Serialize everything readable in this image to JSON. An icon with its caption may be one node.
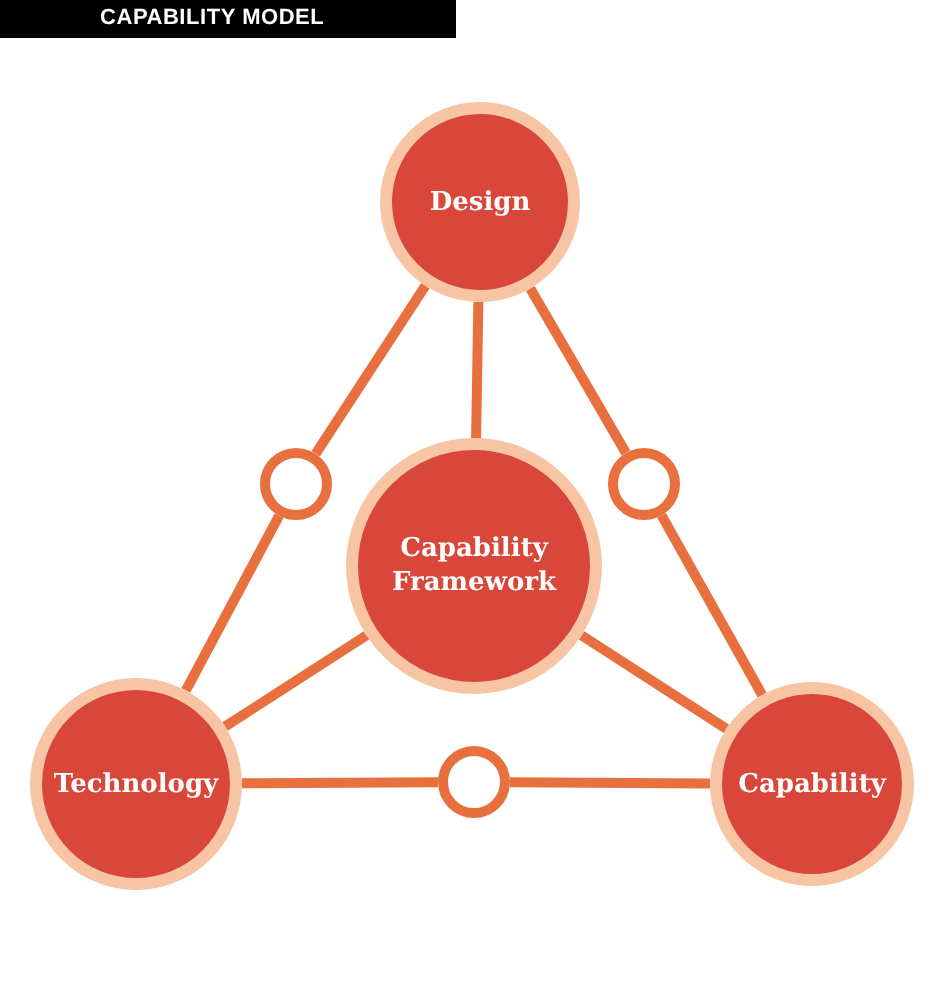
{
  "diagram": {
    "title": "CAPABILITY MODEL",
    "nodes": [
      {
        "text": [
          "Design"
        ]
      },
      {
        "text": [],
        "shape": "circle"
      },
      {
        "text": [],
        "shape": "circle"
      },
      {
        "text": [
          "Capability Framework"
        ]
      },
      {
        "text": [
          "Technology"
        ]
      },
      {
        "text": [],
        "shape": "circle"
      },
      {
        "text": [
          "Capability"
        ]
      }
    ],
    "edges": [
      {
        "from": 0,
        "to": 1,
        "arrow": "none"
      },
      {
        "from": 1,
        "to": 4,
        "arrow": "none"
      },
      {
        "from": 0,
        "to": 2,
        "arrow": "none"
      },
      {
        "from": 2,
        "to": 6,
        "arrow": "none"
      },
      {
        "from": 0,
        "to": 3,
        "arrow": "none"
      },
      {
        "from": 4,
        "to": 3,
        "arrow": "none"
      },
      {
        "from": 6,
        "to": 3,
        "arrow": "none"
      },
      {
        "from": 4,
        "to": 5,
        "arrow": "none"
      },
      {
        "from": 5,
        "to": 6,
        "arrow": "none"
      }
    ]
  }
}
